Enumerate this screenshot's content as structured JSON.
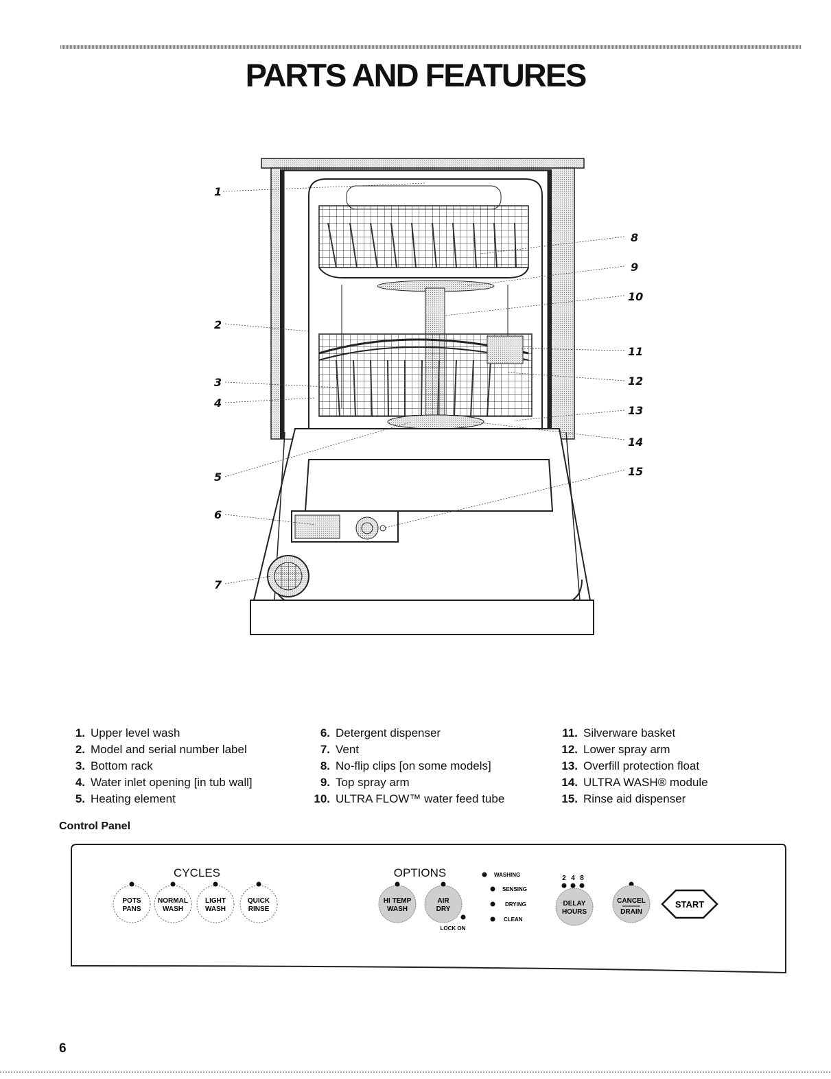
{
  "page": {
    "title": "PARTS AND FEATURES",
    "page_number": "6"
  },
  "callouts": [
    "1",
    "2",
    "3",
    "4",
    "5",
    "6",
    "7",
    "8",
    "9",
    "10",
    "11",
    "12",
    "13",
    "14",
    "15"
  ],
  "parts_list": [
    {
      "num": "1.",
      "label": "Upper level wash"
    },
    {
      "num": "2.",
      "label": "Model and serial number label"
    },
    {
      "num": "3.",
      "label": "Bottom rack"
    },
    {
      "num": "4.",
      "label": "Water inlet opening [in tub wall]"
    },
    {
      "num": "5.",
      "label": "Heating element"
    },
    {
      "num": "6.",
      "label": "Detergent dispenser"
    },
    {
      "num": "7.",
      "label": "Vent"
    },
    {
      "num": "8.",
      "label": "No-flip clips [on some models]"
    },
    {
      "num": "9.",
      "label": "Top spray arm"
    },
    {
      "num": "10.",
      "label": "ULTRA FLOW™ water feed tube"
    },
    {
      "num": "11.",
      "label": "Silverware basket"
    },
    {
      "num": "12.",
      "label": "Lower spray arm"
    },
    {
      "num": "13.",
      "label": "Overfill protection float"
    },
    {
      "num": "14.",
      "label": "ULTRA WASH® module"
    },
    {
      "num": "15.",
      "label": "Rinse aid dispenser"
    }
  ],
  "control_panel": {
    "heading": "Control Panel",
    "cycles_label": "CYCLES",
    "options_label": "OPTIONS",
    "cycle_buttons": [
      {
        "line1": "POTS",
        "line2": "PANS"
      },
      {
        "line1": "NORMAL",
        "line2": "WASH"
      },
      {
        "line1": "LIGHT",
        "line2": "WASH"
      },
      {
        "line1": "QUICK",
        "line2": "RINSE"
      }
    ],
    "option_buttons": [
      {
        "line1": "HI TEMP",
        "line2": "WASH"
      },
      {
        "line1": "AIR",
        "line2": "DRY"
      }
    ],
    "lock_label": "LOCK ON",
    "status_lights": [
      "WASHING",
      "SENSING",
      "DRYING",
      "CLEAN"
    ],
    "delay_hours": [
      "2",
      "4",
      "8"
    ],
    "delay_button": {
      "line1": "DELAY",
      "line2": "HOURS"
    },
    "cancel_button": {
      "line1": "CANCEL",
      "line2": "DRAIN"
    },
    "start_button": "START"
  }
}
